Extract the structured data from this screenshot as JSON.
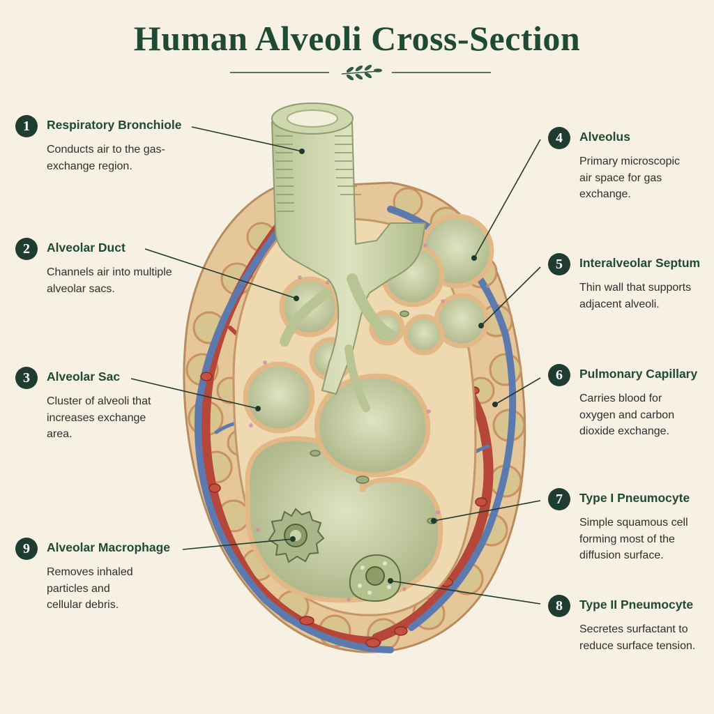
{
  "title": "Human Alveoli Cross-Section",
  "callouts": [
    {
      "num": "1",
      "title": "Respiratory Bronchiole",
      "desc": "Conducts air to the gas-exchange region."
    },
    {
      "num": "2",
      "title": "Alveolar Duct",
      "desc": "Channels air into multiple alveolar sacs."
    },
    {
      "num": "3",
      "title": "Alveolar Sac",
      "desc": "Cluster of alveoli that increases exchange area."
    },
    {
      "num": "4",
      "title": "Alveolus",
      "desc": "Primary microscopic air space for gas exchange."
    },
    {
      "num": "5",
      "title": "Interalveolar Septum",
      "desc": "Thin wall that supports adjacent alveoli."
    },
    {
      "num": "6",
      "title": "Pulmonary Capillary",
      "desc": "Carries blood for oxygen and carbon dioxide exchange."
    },
    {
      "num": "7",
      "title": "Type I Pneumocyte",
      "desc": "Simple squamous cell forming most of the diffusion surface."
    },
    {
      "num": "8",
      "title": "Type II Pneumocyte",
      "desc": "Secretes surfactant to reduce surface tension."
    },
    {
      "num": "9",
      "title": "Alveolar Macrophage",
      "desc": "Removes inhaled particles and cellular debris."
    }
  ],
  "colors": {
    "accent": "#1f4a36",
    "background": "#f7f1e4",
    "tissue": "#c9d3a8",
    "artery": "#b6463a",
    "vein": "#5d7aae",
    "wall": "#e0b27f"
  },
  "icons": [
    "leaf-sprig-icon"
  ]
}
